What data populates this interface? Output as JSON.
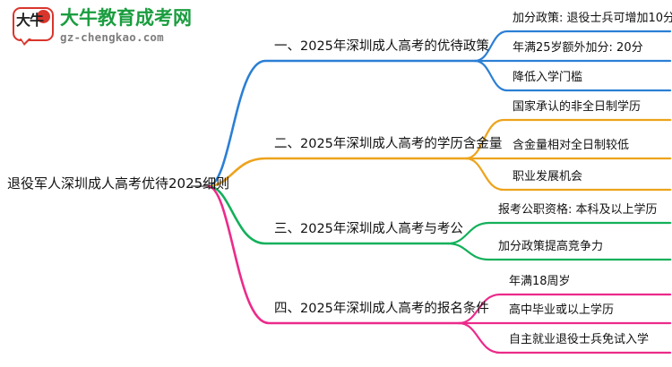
{
  "logo": {
    "mark_text": "大牛",
    "name_cn": "大牛教育成考网",
    "domain": "gz-chengkao.com",
    "brand_green": "#1a9d3f",
    "brand_red": "#d9352c"
  },
  "mindmap": {
    "root": {
      "label": "退役军人深圳成人高考优待2025细则"
    },
    "branches": [
      {
        "label": "一、2025年深圳成人高考的优待政策",
        "color": "#2b7fd4",
        "children": [
          {
            "label": "加分政策: 退役士兵可增加10分"
          },
          {
            "label": "年满25岁额外加分: 20分"
          },
          {
            "label": "降低入学门槛"
          }
        ]
      },
      {
        "label": "二、2025年深圳成人高考的学历含金量",
        "color": "#eda31c",
        "children": [
          {
            "label": "国家承认的非全日制学历"
          },
          {
            "label": "含金量相对全日制较低"
          },
          {
            "label": "职业发展机会"
          }
        ]
      },
      {
        "label": "三、2025年深圳成人高考与考公",
        "color": "#13b05a",
        "children": [
          {
            "label": "报考公职资格: 本科及以上学历"
          },
          {
            "label": "加分政策提高竞争力"
          }
        ]
      },
      {
        "label": "四、2025年深圳成人高考的报名条件",
        "color": "#ec2a8a",
        "children": [
          {
            "label": "年满18周岁"
          },
          {
            "label": "高中毕业或以上学历"
          },
          {
            "label": "自主就业退役士兵免试入学"
          }
        ]
      }
    ]
  }
}
